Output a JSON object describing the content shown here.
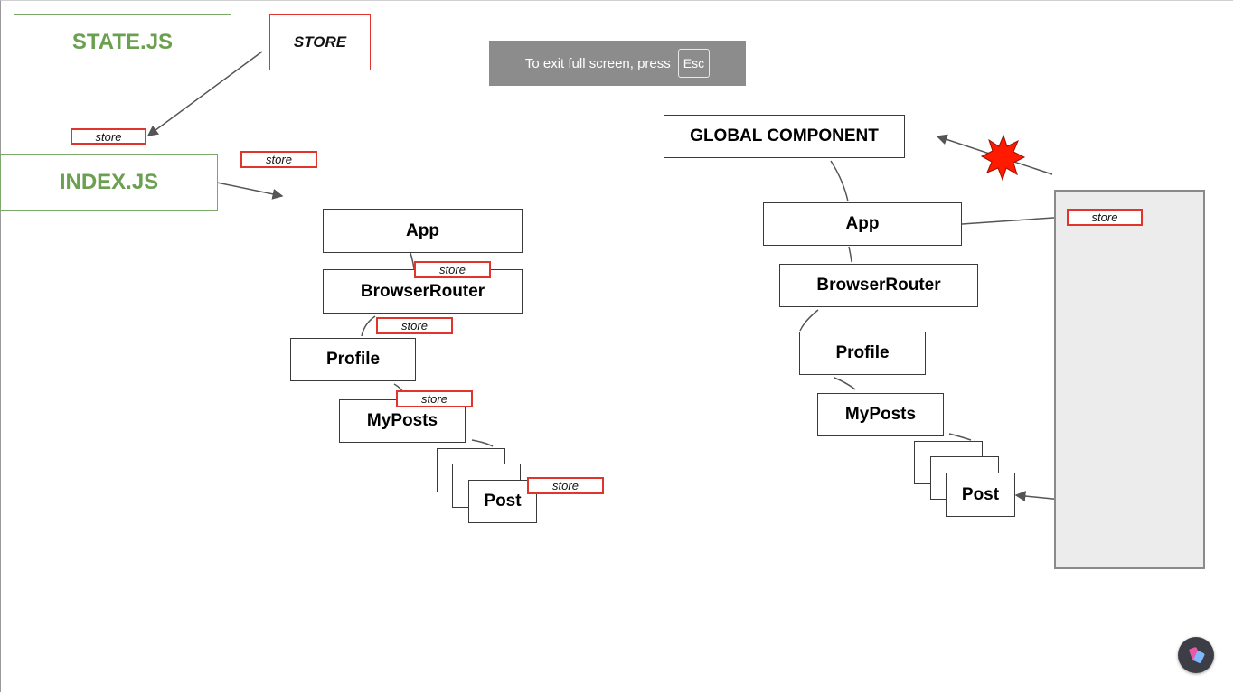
{
  "fullscreen_notice": {
    "text": "To exit full screen, press",
    "key": "Esc"
  },
  "left_diagram": {
    "state_js": "STATE.JS",
    "store_main": "STORE",
    "index_js": "INDEX.JS",
    "store_tag": "store",
    "app": "App",
    "browser_router": "BrowserRouter",
    "profile": "Profile",
    "my_posts": "MyPosts",
    "post": "Post"
  },
  "right_diagram": {
    "global_component": "GLOBAL COMPONENT",
    "app": "App",
    "browser_router": "BrowserRouter",
    "profile": "Profile",
    "my_posts": "MyPosts",
    "post": "Post",
    "store_tag": "store"
  },
  "colors": {
    "accent_red": "#e0342c",
    "file_green": "#6aa050",
    "panel_gray": "#ececec",
    "toast_gray": "#8c8c8c"
  },
  "icons": [
    "explosion-icon",
    "extension-badge-icon"
  ]
}
